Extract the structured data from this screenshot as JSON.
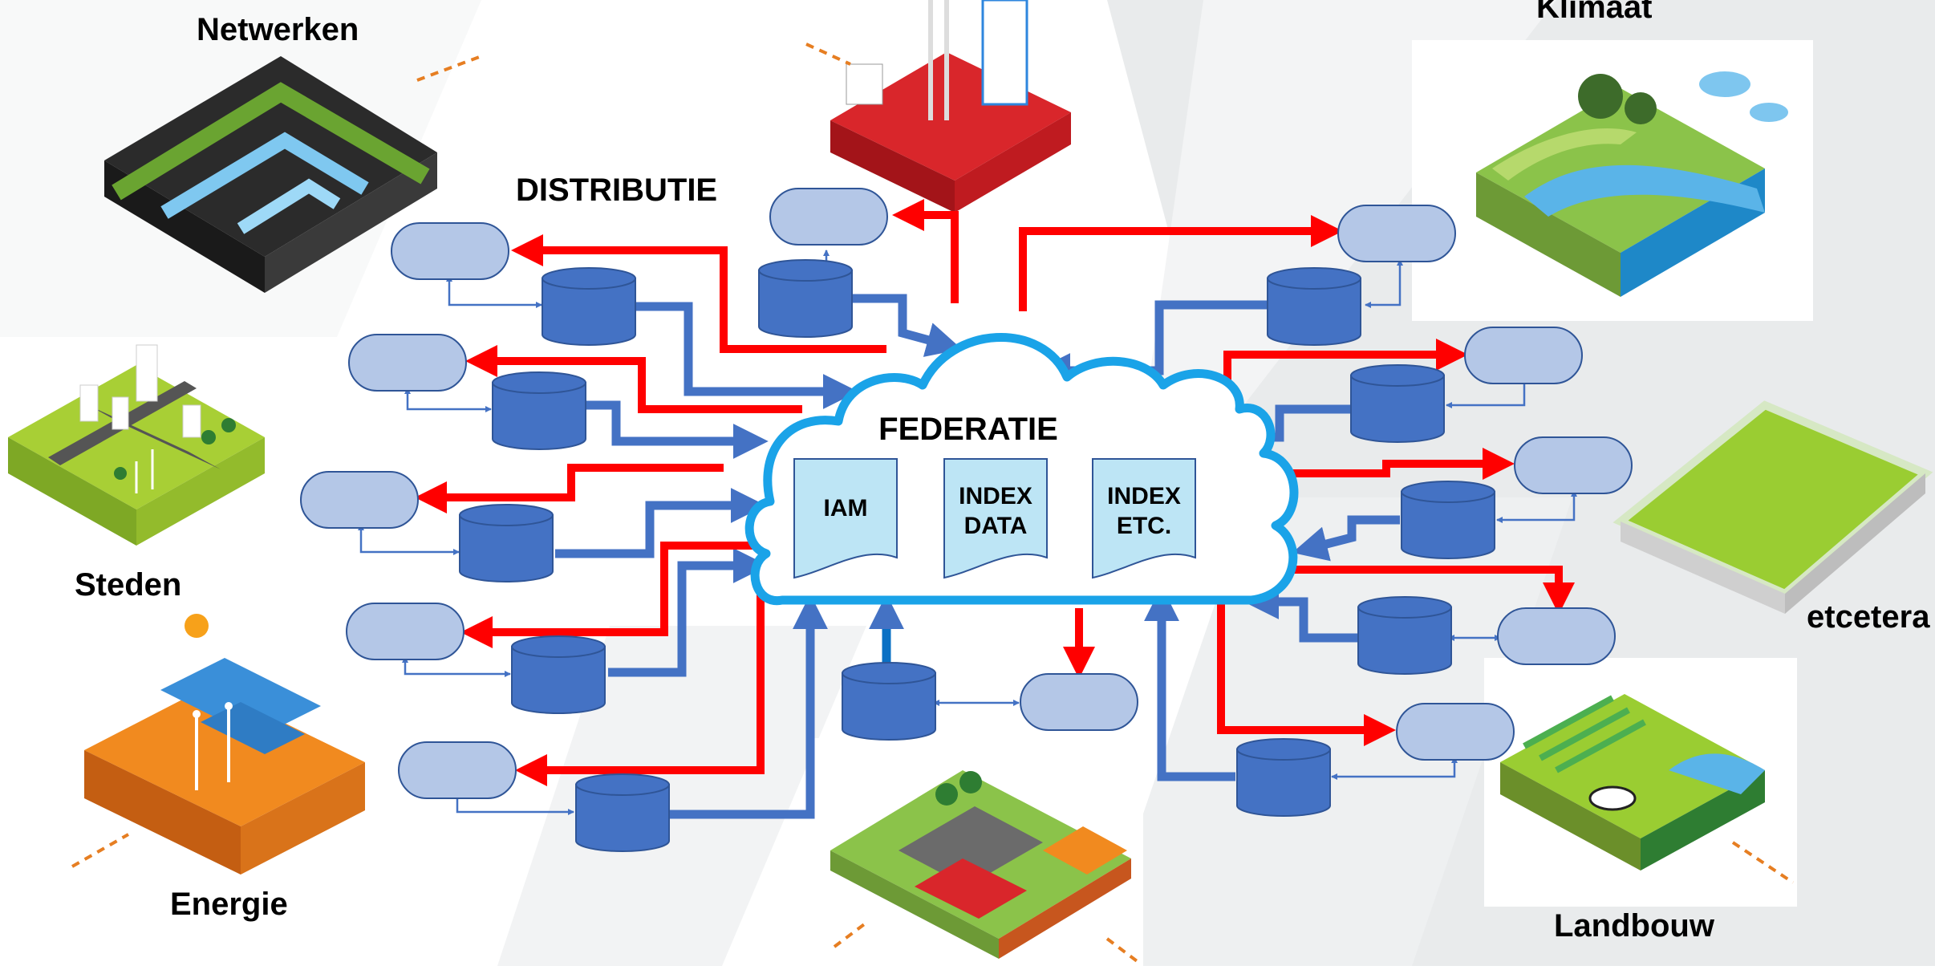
{
  "center": {
    "title": "FEDERATIE",
    "documents": [
      {
        "line1": "IAM",
        "line2": ""
      },
      {
        "line1": "INDEX",
        "line2": "DATA"
      },
      {
        "line1": "INDEX",
        "line2": "ETC."
      }
    ]
  },
  "labels": {
    "distributie": "DISTRIBUTIE",
    "netwerken": "Netwerken",
    "steden": "Steden",
    "energie": "Energie",
    "klimaat": "Klimaat",
    "etcetera": "etcetera",
    "landbouw": "Landbouw"
  },
  "colors": {
    "red_arrow": "#ff0000",
    "blue_arrow": "#4472c4",
    "node_fill": "#b4c7e7",
    "cylinder_fill": "#4472c4",
    "cloud_stroke": "#1aa3e8",
    "document_fill": "#bde5f5"
  },
  "icons": [
    "network-tile-icon",
    "city-tile-icon",
    "solar-energy-tile-icon",
    "telecom-tile-icon",
    "climate-tile-icon",
    "green-slab-icon",
    "agriculture-tile-icon",
    "land-use-tile-icon"
  ]
}
